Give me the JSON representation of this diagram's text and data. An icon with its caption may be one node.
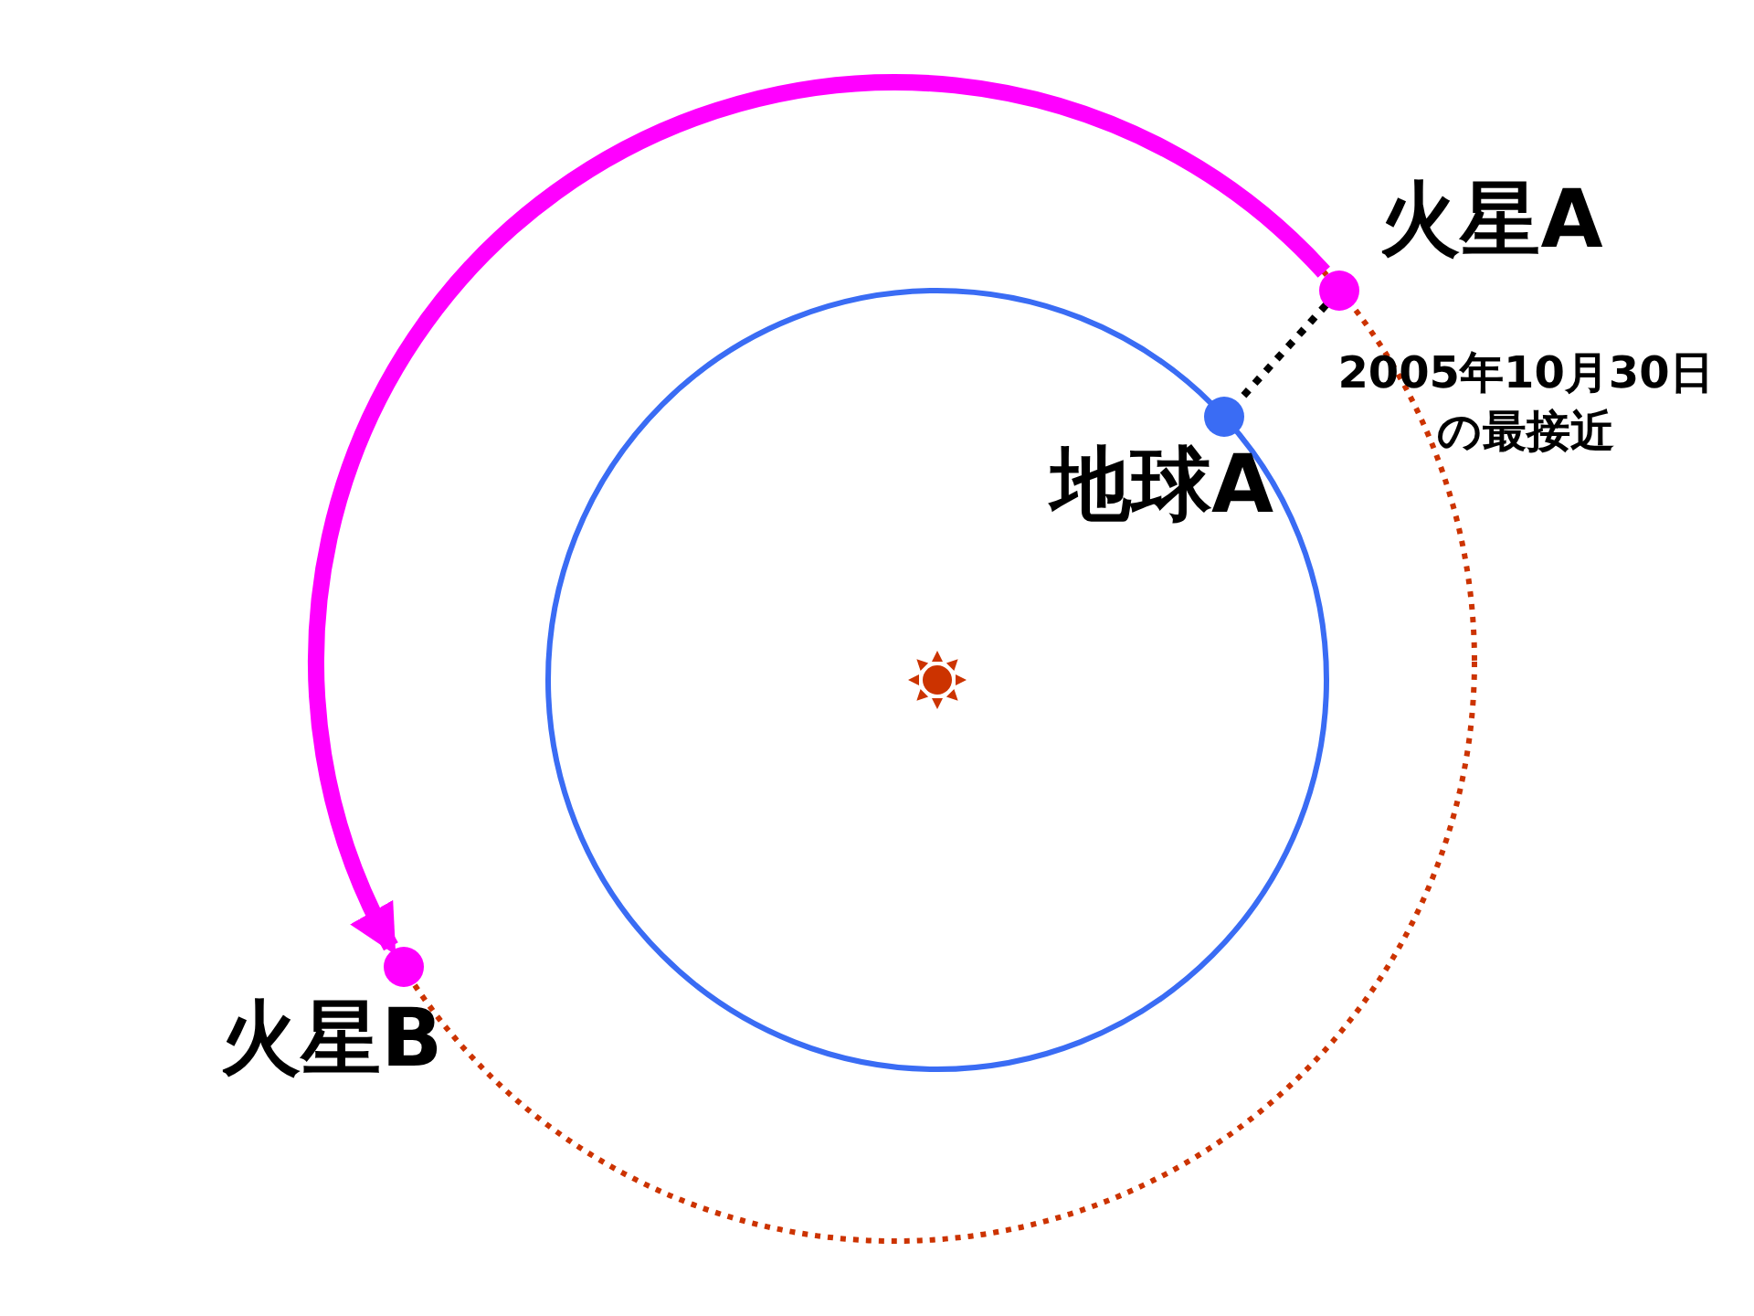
{
  "diagram": {
    "nodes": [
      {
        "text": [
          "火星A"
        ]
      },
      {
        "text": [
          "地球A"
        ]
      },
      {
        "text": [
          "火星B"
        ]
      }
    ],
    "edges": [
      {
        "from": 0,
        "to": 1,
        "arrow": "none",
        "style": "dashed",
        "color": "#000000"
      },
      {
        "from": 0,
        "to": 2,
        "arrow": "to",
        "style": "thick",
        "color": "#ff00ff"
      }
    ],
    "labels": [
      "2005年10月30日の最接近"
    ]
  }
}
